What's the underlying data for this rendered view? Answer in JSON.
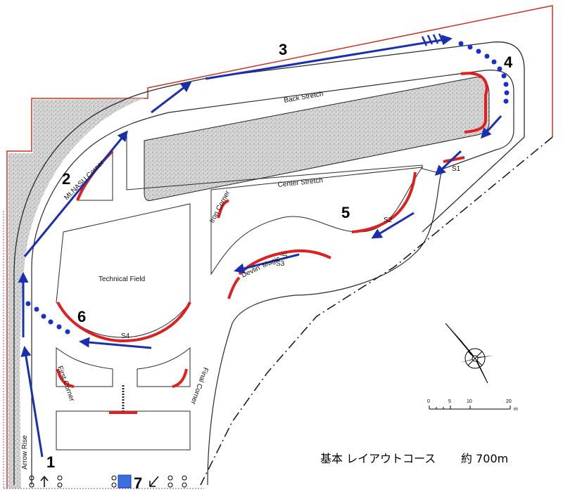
{
  "labels": {
    "back_stretch": "Back Stretch",
    "center_stretch": "Center Stretch",
    "technical_field": "Technical Field",
    "mt_nasu_corner": "Mt.NASU Corner",
    "iron_corner": "Iron Corner",
    "devils_magic": "Devlin' Magic 'S'",
    "first_corner": "First Corner",
    "final_corner": "Final Corner",
    "arrow_rise": "Arrow Rise",
    "s1": "S1",
    "s2": "S2",
    "s3": "S3",
    "s4": "S4"
  },
  "markers": [
    "1",
    "2",
    "3",
    "4",
    "5",
    "6",
    "7"
  ],
  "scale": {
    "ticks": [
      "0",
      "5",
      "10",
      "20"
    ],
    "unit": "m"
  },
  "footer": {
    "course_name": "基本 レイアウトコース",
    "length": "約 700m"
  },
  "colors": {
    "boundary": "#d03020",
    "track_line": "#2a2a2a",
    "curb": "#e02020",
    "arrow": "#1a2fb0",
    "dots": "#1a2fd0",
    "gravel": "#cfcfcf"
  }
}
